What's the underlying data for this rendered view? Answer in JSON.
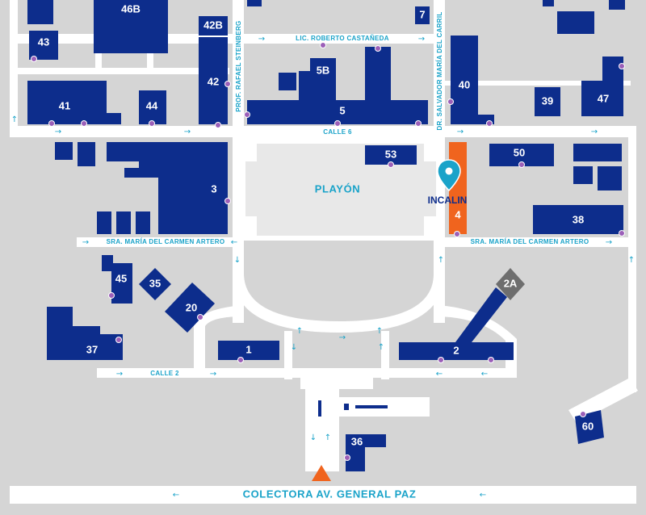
{
  "colors": {
    "background": "#d5d5d5",
    "road": "#ffffff",
    "building": "#0d2d8c",
    "highlight": "#f0641e",
    "label": "#1aa3c9",
    "poi_dot": "#9b5fb8",
    "marker": "#1aa3c9"
  },
  "streets": {
    "lic_roberto": "LIC. ROBERTO CASTAÑEDA",
    "calle6": "CALLE 6",
    "calle2": "CALLE 2",
    "carmen_left": "SRA. MARÍA DEL CARMEN ARTERO",
    "carmen_right": "SRA. MARÍA DEL CARMEN ARTERO",
    "steinberg": "PROF. RAFAEL STEINBERG",
    "carril": "DR. SALVADOR MARÍA DEL CARRIL",
    "general_paz": "COLECTORA  AV. GENERAL PAZ"
  },
  "playon": "PLAYÓN",
  "marker": {
    "label": "INCALIN",
    "icon": "location-pin-icon"
  },
  "buildings": {
    "b46b": "46B",
    "b7": "7",
    "b43": "43",
    "b42b": "42B",
    "b42": "42",
    "b5b": "5B",
    "b5": "5",
    "b40": "40",
    "b39": "39",
    "b47": "47",
    "b41": "41",
    "b44": "44",
    "b53": "53",
    "b50": "50",
    "b3": "3",
    "b4": "4",
    "b38": "38",
    "b45": "45",
    "b35": "35",
    "b2a": "2A",
    "b20": "20",
    "b37": "37",
    "b1": "1",
    "b2": "2",
    "b60": "60",
    "b36": "36"
  },
  "arrows": {
    "right": "→",
    "left": "←",
    "up": "↑",
    "down": "↓"
  },
  "entrance_icon": "entrance-triangle-icon"
}
